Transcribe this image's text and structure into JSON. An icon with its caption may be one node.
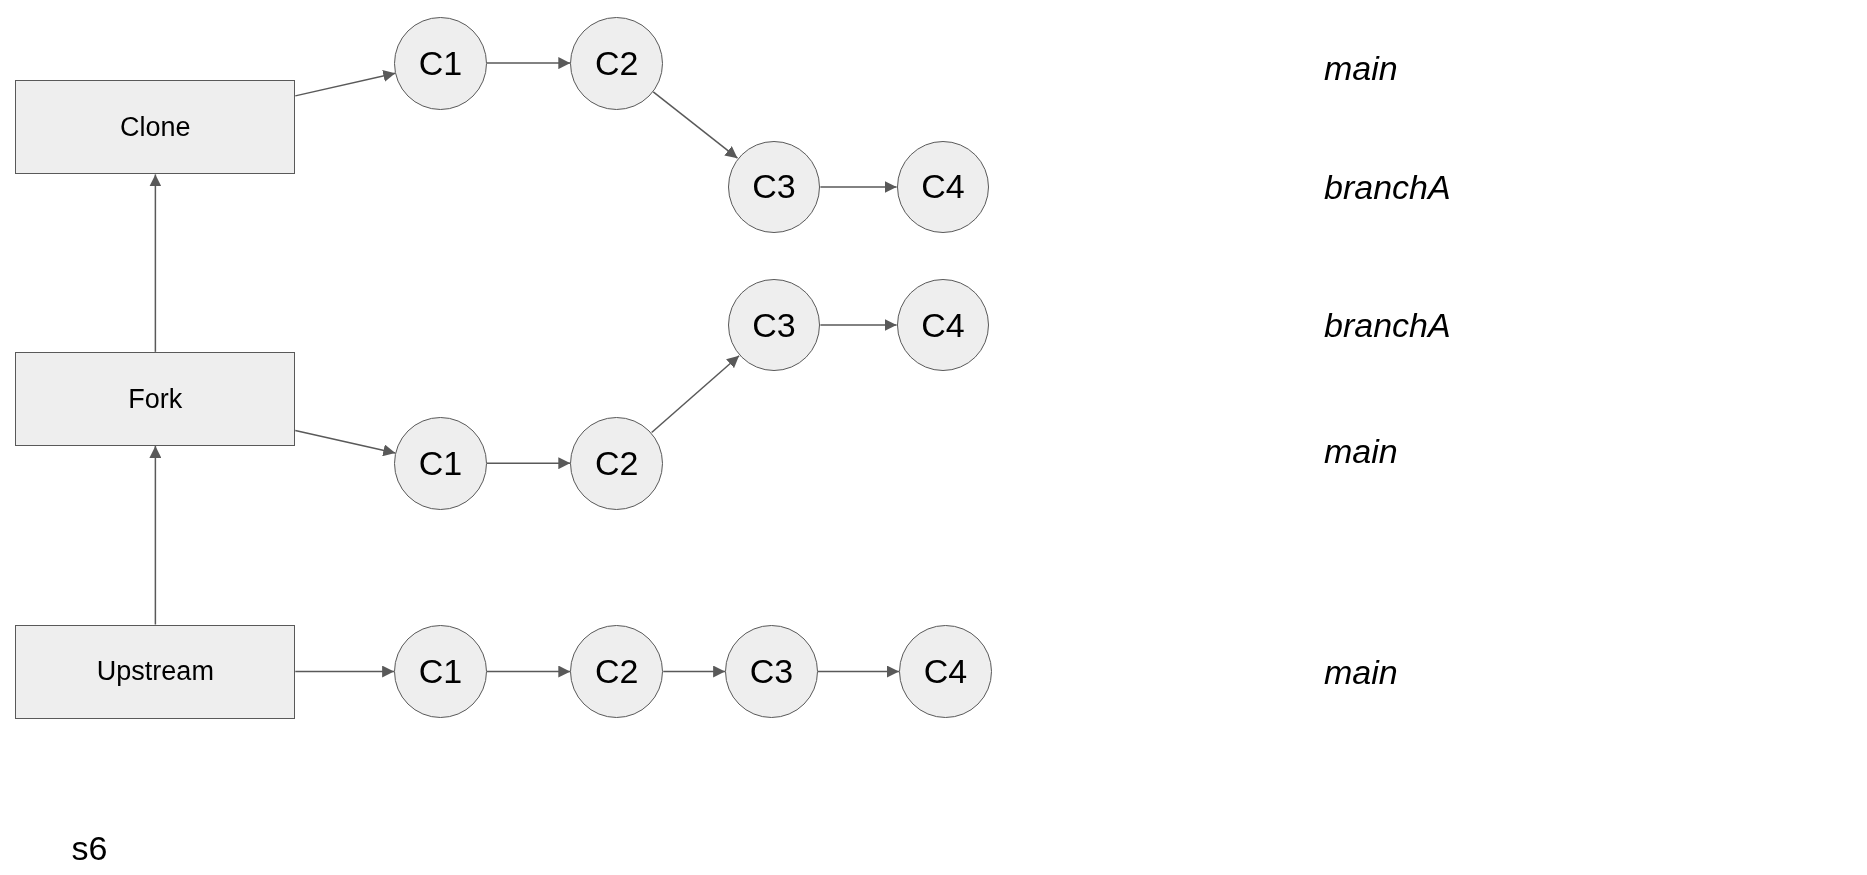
{
  "diagram": {
    "nodes": [
      {
        "text": [
          "Clone"
        ]
      },
      {
        "text": [
          "C1"
        ]
      },
      {
        "text": [
          "C2"
        ]
      },
      {
        "text": [
          "C3"
        ]
      },
      {
        "text": [
          "C4"
        ]
      },
      {
        "text": [
          "C3"
        ]
      },
      {
        "text": [
          "C4"
        ]
      },
      {
        "text": [
          "Fork"
        ]
      },
      {
        "text": [
          "C1"
        ]
      },
      {
        "text": [
          "C2"
        ]
      },
      {
        "text": [
          "Upstream"
        ]
      },
      {
        "text": [
          "C1"
        ]
      },
      {
        "text": [
          "C2"
        ]
      },
      {
        "text": [
          "C3"
        ]
      },
      {
        "text": [
          "C4"
        ]
      }
    ],
    "edges": [
      {
        "from": 0,
        "to": 1,
        "arrow": "to"
      },
      {
        "from": 1,
        "to": 2,
        "arrow": "to"
      },
      {
        "from": 2,
        "to": 3,
        "arrow": "to"
      },
      {
        "from": 3,
        "to": 4,
        "arrow": "to"
      },
      {
        "from": 5,
        "to": 6,
        "arrow": "to"
      },
      {
        "from": 7,
        "to": 8,
        "arrow": "to"
      },
      {
        "from": 8,
        "to": 9,
        "arrow": "to"
      },
      {
        "from": 9,
        "to": 5,
        "arrow": "to"
      },
      {
        "from": 10,
        "to": 11,
        "arrow": "to"
      },
      {
        "from": 11,
        "to": 12,
        "arrow": "to"
      },
      {
        "from": 12,
        "to": 13,
        "arrow": "to"
      },
      {
        "from": 13,
        "to": 14,
        "arrow": "to"
      },
      {
        "from": 7,
        "to": 0,
        "arrow": "to"
      },
      {
        "from": 10,
        "to": 7,
        "arrow": "to"
      }
    ],
    "labels": [
      "main",
      "branchA",
      "branchA",
      "main",
      "main",
      "s6"
    ]
  }
}
